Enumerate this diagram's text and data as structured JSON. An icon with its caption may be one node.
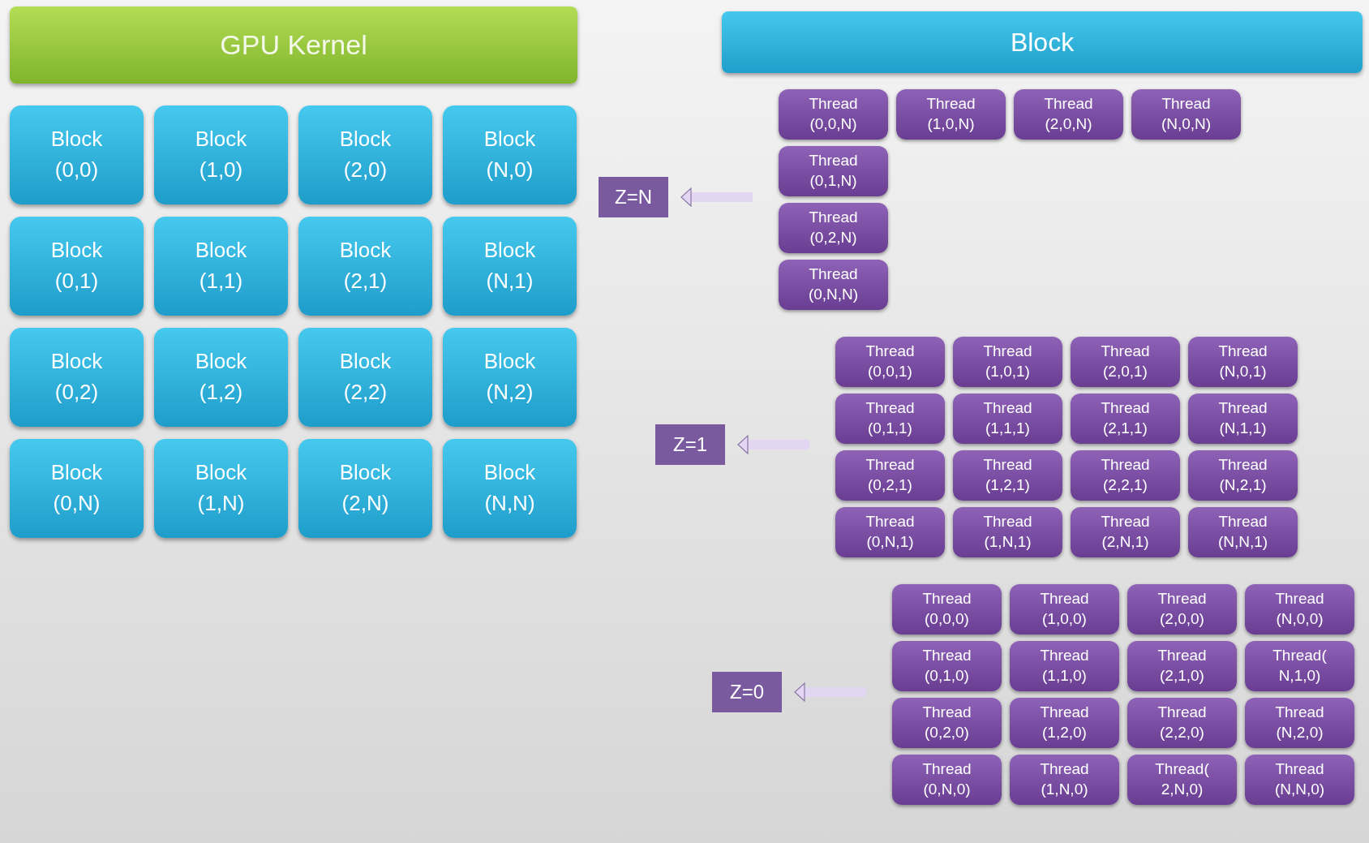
{
  "diagram": {
    "nodes": [
      {
        "text": [
          "GPU Kernel"
        ]
      },
      {
        "text": [
          "Block (0,0)"
        ]
      },
      {
        "text": [
          "Block (1,0)"
        ]
      },
      {
        "text": [
          "Block (2,0)"
        ]
      },
      {
        "text": [
          "Block (N,0)"
        ]
      },
      {
        "text": [
          "Block (0,1)"
        ]
      },
      {
        "text": [
          "Block (1,1)"
        ]
      },
      {
        "text": [
          "Block (2,1)"
        ]
      },
      {
        "text": [
          "Block (N,1)"
        ]
      },
      {
        "text": [
          "Block (0,2)"
        ]
      },
      {
        "text": [
          "Block (1,2)"
        ]
      },
      {
        "text": [
          "Block (2,2)"
        ]
      },
      {
        "text": [
          "Block (N,2)"
        ]
      },
      {
        "text": [
          "Block (0,N)"
        ]
      },
      {
        "text": [
          "Block (1,N)"
        ]
      },
      {
        "text": [
          "Block (2,N)"
        ]
      },
      {
        "text": [
          "Block (N,N)"
        ]
      },
      {
        "text": [
          "Block"
        ]
      },
      {
        "text": [
          "Thread (0,0,N)"
        ]
      },
      {
        "text": [
          "Thread (1,0,N)"
        ]
      },
      {
        "text": [
          "Thread (2,0,N)"
        ]
      },
      {
        "text": [
          "Thread (N,0,N)"
        ]
      },
      {
        "text": [
          "Thread (0,1,N)"
        ]
      },
      {
        "text": [
          "Thread (0,2,N)"
        ]
      },
      {
        "text": [
          "Thread (0,N,N)"
        ]
      },
      {
        "text": [
          "Thread (0,0,1)"
        ]
      },
      {
        "text": [
          "Thread (1,0,1)"
        ]
      },
      {
        "text": [
          "Thread (2,0,1)"
        ]
      },
      {
        "text": [
          "Thread (N,0,1)"
        ]
      },
      {
        "text": [
          "Thread (0,1,1)"
        ]
      },
      {
        "text": [
          "Thread (1,1,1)"
        ]
      },
      {
        "text": [
          "Thread (2,1,1)"
        ]
      },
      {
        "text": [
          "Thread (N,1,1)"
        ]
      },
      {
        "text": [
          "Thread (0,2,1)"
        ]
      },
      {
        "text": [
          "Thread (1,2,1)"
        ]
      },
      {
        "text": [
          "Thread (2,2,1)"
        ]
      },
      {
        "text": [
          "Thread (N,2,1)"
        ]
      },
      {
        "text": [
          "Thread (0,N,1)"
        ]
      },
      {
        "text": [
          "Thread (1,N,1)"
        ]
      },
      {
        "text": [
          "Thread (2,N,1)"
        ]
      },
      {
        "text": [
          "Thread (N,N,1)"
        ]
      },
      {
        "text": [
          "Thread (0,0,0)"
        ]
      },
      {
        "text": [
          "Thread (1,0,0)"
        ]
      },
      {
        "text": [
          "Thread (2,0,0)"
        ]
      },
      {
        "text": [
          "Thread (N,0,0)"
        ]
      },
      {
        "text": [
          "Thread (0,1,0)"
        ]
      },
      {
        "text": [
          "Thread (1,1,0)"
        ]
      },
      {
        "text": [
          "Thread (2,1,0)"
        ]
      },
      {
        "text": [
          "Thread( N,1,0)"
        ]
      },
      {
        "text": [
          "Thread (0,2,0)"
        ]
      },
      {
        "text": [
          "Thread (1,2,0)"
        ]
      },
      {
        "text": [
          "Thread (2,2,0)"
        ]
      },
      {
        "text": [
          "Thread (N,2,0)"
        ]
      },
      {
        "text": [
          "Thread (0,N,0)"
        ]
      },
      {
        "text": [
          "Thread (1,N,0)"
        ]
      },
      {
        "text": [
          "Thread( 2,N,0)"
        ]
      },
      {
        "text": [
          "Thread (N,N,0)"
        ]
      },
      {
        "text": [
          "Z=N"
        ]
      },
      {
        "text": [
          "Z=1"
        ]
      },
      {
        "text": [
          "Z=0"
        ]
      }
    ],
    "edges": [
      {
        "from": null,
        "to": 57,
        "arrow": "to"
      },
      {
        "from": null,
        "to": 58,
        "arrow": "to"
      },
      {
        "from": null,
        "to": 59,
        "arrow": "to"
      }
    ]
  }
}
